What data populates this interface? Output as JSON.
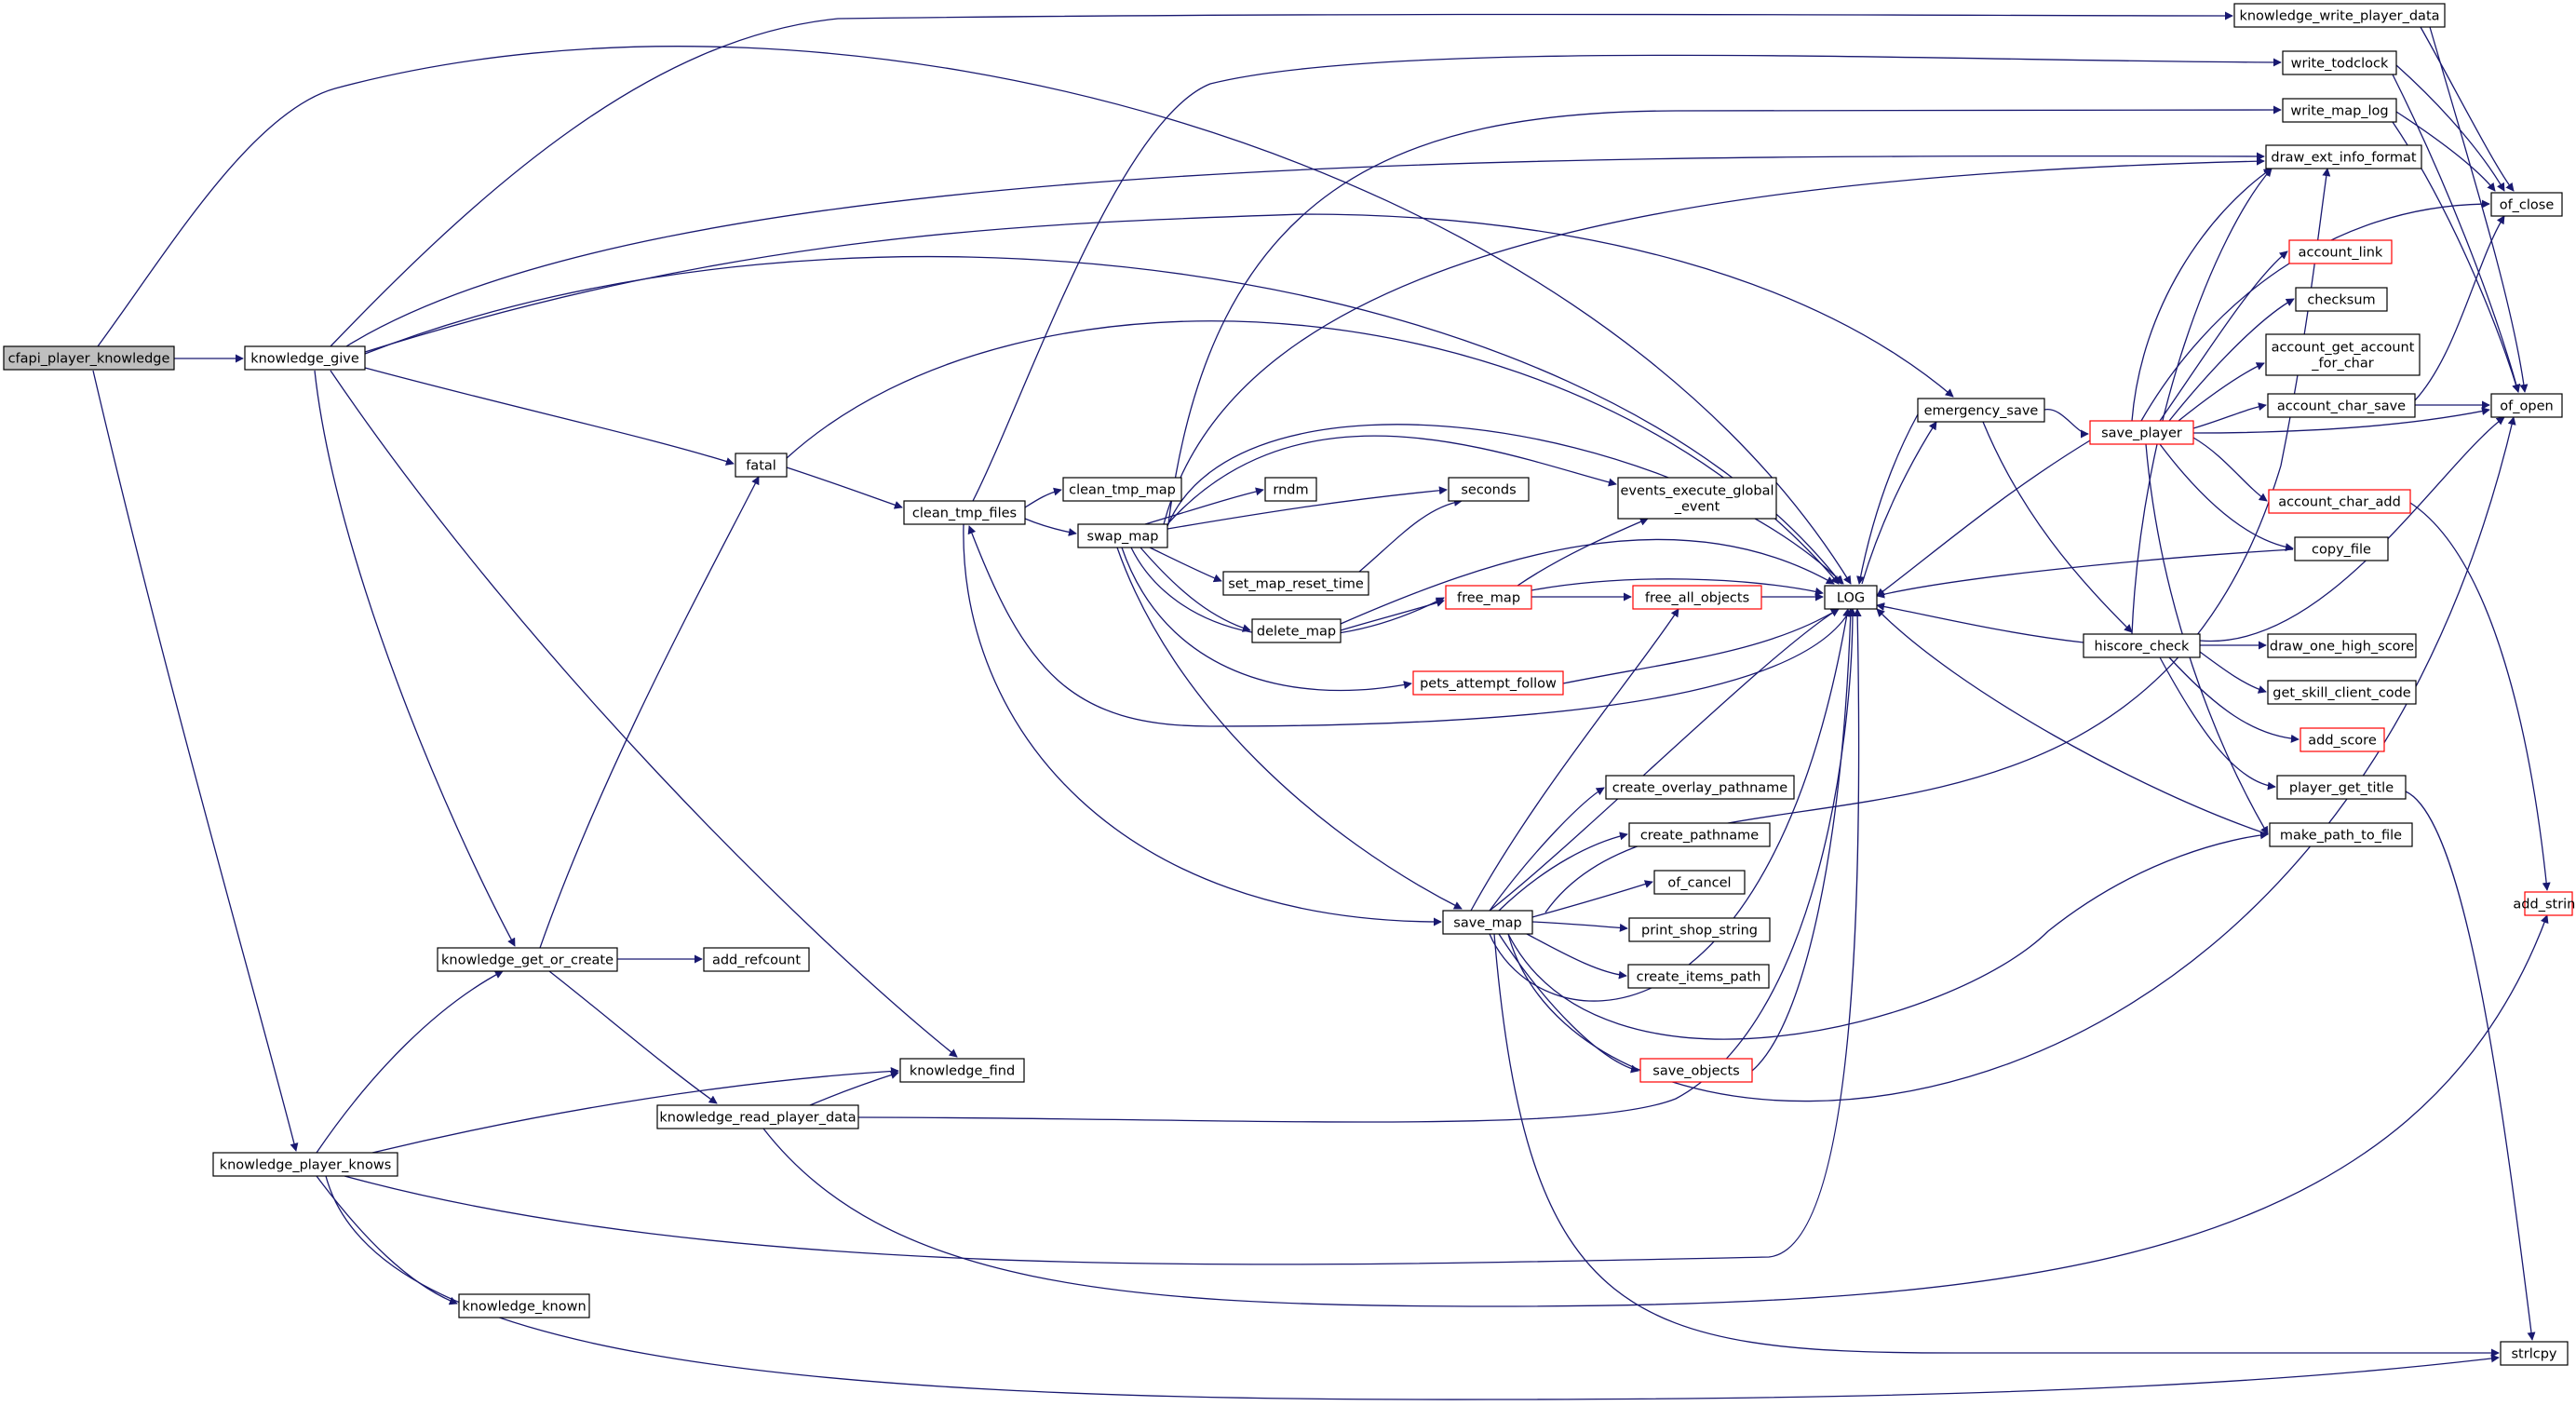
{
  "graph": {
    "colors": {
      "edge": "#191970",
      "node_border": "#000000",
      "node_border_partial": "#ff0000",
      "root_fill": "#bfbfbf",
      "node_fill": "#ffffff"
    },
    "nodes": [
      {
        "id": "cfapi_player_knowledge",
        "label": "cfapi_player_knowledge",
        "style": "root"
      },
      {
        "id": "knowledge_give",
        "label": "knowledge_give",
        "style": "normal"
      },
      {
        "id": "knowledge_write_player_data",
        "label": "knowledge_write_player_data",
        "style": "normal"
      },
      {
        "id": "write_todclock",
        "label": "write_todclock",
        "style": "normal"
      },
      {
        "id": "write_map_log",
        "label": "write_map_log",
        "style": "normal"
      },
      {
        "id": "draw_ext_info_format",
        "label": "draw_ext_info_format",
        "style": "normal"
      },
      {
        "id": "of_close",
        "label": "of_close",
        "style": "normal"
      },
      {
        "id": "account_link",
        "label": "account_link",
        "style": "partial"
      },
      {
        "id": "checksum",
        "label": "checksum",
        "style": "normal"
      },
      {
        "id": "account_get_account_for_char",
        "label": "account_get_account\n_for_char",
        "style": "normal"
      },
      {
        "id": "account_char_save",
        "label": "account_char_save",
        "style": "normal"
      },
      {
        "id": "of_open",
        "label": "of_open",
        "style": "normal"
      },
      {
        "id": "save_player",
        "label": "save_player",
        "style": "partial"
      },
      {
        "id": "emergency_save",
        "label": "emergency_save",
        "style": "normal"
      },
      {
        "id": "account_char_add",
        "label": "account_char_add",
        "style": "partial"
      },
      {
        "id": "copy_file",
        "label": "copy_file",
        "style": "normal"
      },
      {
        "id": "fatal",
        "label": "fatal",
        "style": "normal"
      },
      {
        "id": "clean_tmp_files",
        "label": "clean_tmp_files",
        "style": "normal"
      },
      {
        "id": "clean_tmp_map",
        "label": "clean_tmp_map",
        "style": "normal"
      },
      {
        "id": "swap_map",
        "label": "swap_map",
        "style": "normal"
      },
      {
        "id": "rndm",
        "label": "rndm",
        "style": "normal"
      },
      {
        "id": "seconds",
        "label": "seconds",
        "style": "normal"
      },
      {
        "id": "events_execute_global_event",
        "label": "events_execute_global\n_event",
        "style": "normal"
      },
      {
        "id": "set_map_reset_time",
        "label": "set_map_reset_time",
        "style": "normal"
      },
      {
        "id": "delete_map",
        "label": "delete_map",
        "style": "normal"
      },
      {
        "id": "free_map",
        "label": "free_map",
        "style": "partial"
      },
      {
        "id": "free_all_objects",
        "label": "free_all_objects",
        "style": "partial"
      },
      {
        "id": "LOG",
        "label": "LOG",
        "style": "normal"
      },
      {
        "id": "hiscore_check",
        "label": "hiscore_check",
        "style": "normal"
      },
      {
        "id": "draw_one_high_score",
        "label": "draw_one_high_score",
        "style": "normal"
      },
      {
        "id": "get_skill_client_code",
        "label": "get_skill_client_code",
        "style": "normal"
      },
      {
        "id": "add_score",
        "label": "add_score",
        "style": "partial"
      },
      {
        "id": "pets_attempt_follow",
        "label": "pets_attempt_follow",
        "style": "partial"
      },
      {
        "id": "player_get_title",
        "label": "player_get_title",
        "style": "normal"
      },
      {
        "id": "make_path_to_file",
        "label": "make_path_to_file",
        "style": "normal"
      },
      {
        "id": "create_overlay_pathname",
        "label": "create_overlay_pathname",
        "style": "normal"
      },
      {
        "id": "create_pathname",
        "label": "create_pathname",
        "style": "normal"
      },
      {
        "id": "of_cancel",
        "label": "of_cancel",
        "style": "normal"
      },
      {
        "id": "save_map",
        "label": "save_map",
        "style": "normal"
      },
      {
        "id": "print_shop_string",
        "label": "print_shop_string",
        "style": "normal"
      },
      {
        "id": "add_string",
        "label": "add_string",
        "style": "partial"
      },
      {
        "id": "create_items_path",
        "label": "create_items_path",
        "style": "normal"
      },
      {
        "id": "knowledge_get_or_create",
        "label": "knowledge_get_or_create",
        "style": "normal"
      },
      {
        "id": "add_refcount",
        "label": "add_refcount",
        "style": "normal"
      },
      {
        "id": "knowledge_find",
        "label": "knowledge_find",
        "style": "normal"
      },
      {
        "id": "save_objects",
        "label": "save_objects",
        "style": "partial"
      },
      {
        "id": "knowledge_read_player_data",
        "label": "knowledge_read_player_data",
        "style": "normal"
      },
      {
        "id": "knowledge_player_knows",
        "label": "knowledge_player_knows",
        "style": "normal"
      },
      {
        "id": "knowledge_known",
        "label": "knowledge_known",
        "style": "normal"
      },
      {
        "id": "strlcpy",
        "label": "strlcpy",
        "style": "normal"
      }
    ]
  }
}
